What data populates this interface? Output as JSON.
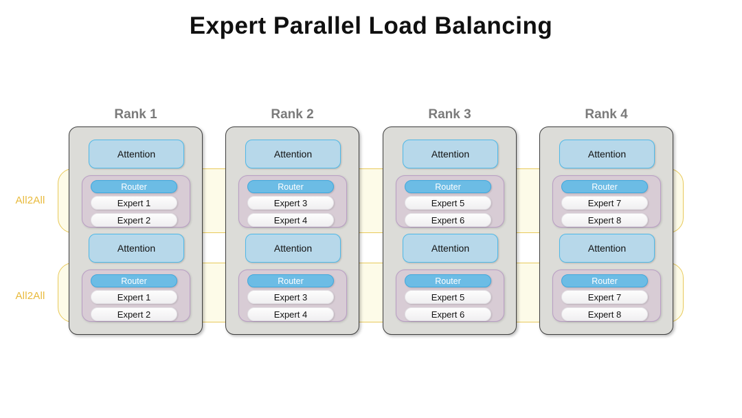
{
  "title": "Expert Parallel Load Balancing",
  "all2all": {
    "labels": [
      "All2All",
      "All2All"
    ]
  },
  "colors": {
    "background": "#ffffff",
    "title_text": "#101010",
    "rank_label": "#7a7a7a",
    "rank_box_fill": "#dcdcd8",
    "rank_box_border": "#3d3d3d",
    "attention_fill": "#b7d8ea",
    "attention_border": "#4fb9e8",
    "moe_fill": "#d8ccd5",
    "moe_border": "#b99dc4",
    "router_fill": "#6cbce5",
    "router_border": "#3fa8dd",
    "router_text": "#ffffff",
    "expert_fill": "#fafafa",
    "all2all_band_fill": "#fdfbe8",
    "all2all_band_border": "#e8c95a",
    "all2all_label_text": "#e8b93a"
  },
  "ranks": [
    {
      "label": "Rank 1",
      "layers": [
        {
          "type": "attention",
          "label": "Attention"
        },
        {
          "type": "moe",
          "router": "Router",
          "experts": [
            "Expert 1",
            "Expert 2"
          ]
        },
        {
          "type": "attention",
          "label": "Attention"
        },
        {
          "type": "moe",
          "router": "Router",
          "experts": [
            "Expert 1",
            "Expert 2"
          ]
        }
      ]
    },
    {
      "label": "Rank 2",
      "layers": [
        {
          "type": "attention",
          "label": "Attention"
        },
        {
          "type": "moe",
          "router": "Router",
          "experts": [
            "Expert 3",
            "Expert 4"
          ]
        },
        {
          "type": "attention",
          "label": "Attention"
        },
        {
          "type": "moe",
          "router": "Router",
          "experts": [
            "Expert 3",
            "Expert 4"
          ]
        }
      ]
    },
    {
      "label": "Rank 3",
      "layers": [
        {
          "type": "attention",
          "label": "Attention"
        },
        {
          "type": "moe",
          "router": "Router",
          "experts": [
            "Expert 5",
            "Expert 6"
          ]
        },
        {
          "type": "attention",
          "label": "Attention"
        },
        {
          "type": "moe",
          "router": "Router",
          "experts": [
            "Expert 5",
            "Expert 6"
          ]
        }
      ]
    },
    {
      "label": "Rank 4",
      "layers": [
        {
          "type": "attention",
          "label": "Attention"
        },
        {
          "type": "moe",
          "router": "Router",
          "experts": [
            "Expert 7",
            "Expert 8"
          ]
        },
        {
          "type": "attention",
          "label": "Attention"
        },
        {
          "type": "moe",
          "router": "Router",
          "experts": [
            "Expert 7",
            "Expert 8"
          ]
        }
      ]
    }
  ]
}
